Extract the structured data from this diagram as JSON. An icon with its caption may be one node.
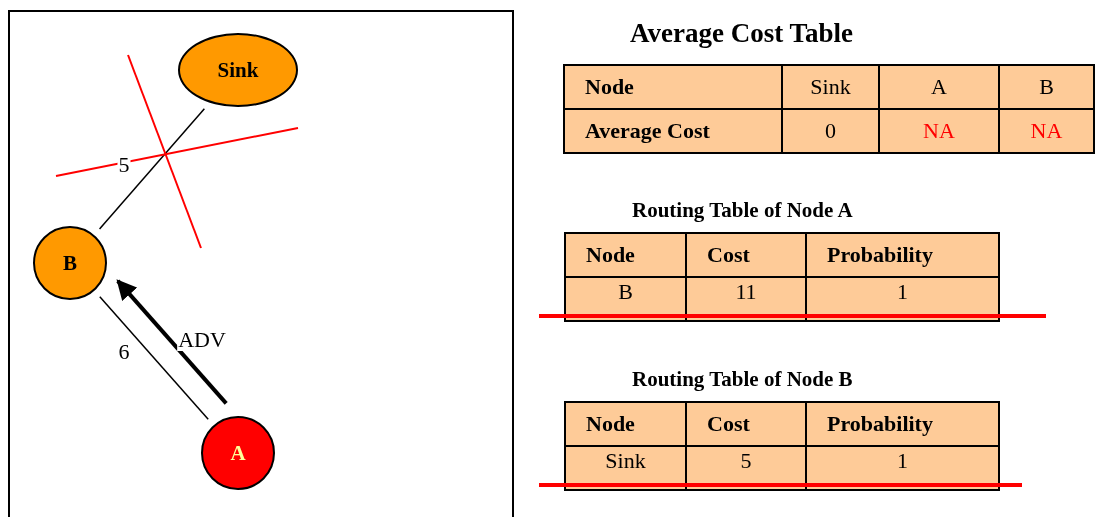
{
  "diagram": {
    "nodes": [
      {
        "text": [
          "Sink"
        ]
      },
      {
        "text": [
          "B"
        ]
      },
      {
        "text": [
          "A"
        ]
      }
    ],
    "edges": [
      {
        "from": 1,
        "to": 0,
        "arrow": "none",
        "label": "5"
      },
      {
        "from": 1,
        "to": 2,
        "arrow": "none",
        "label": "6"
      },
      {
        "from": 2,
        "to": 1,
        "arrow": "to",
        "label": "ADV",
        "style": "thick"
      }
    ],
    "labels": [
      "Average Cost Table",
      "Node",
      "Sink",
      "A",
      "B",
      "Average Cost",
      "0",
      "NA",
      "NA",
      "Routing Table of Node A",
      "Node",
      "Cost",
      "Probability",
      "B",
      "11",
      "1",
      "Routing Table of Node B",
      "Node",
      "Cost",
      "Probability",
      "Sink",
      "5",
      "1"
    ]
  }
}
